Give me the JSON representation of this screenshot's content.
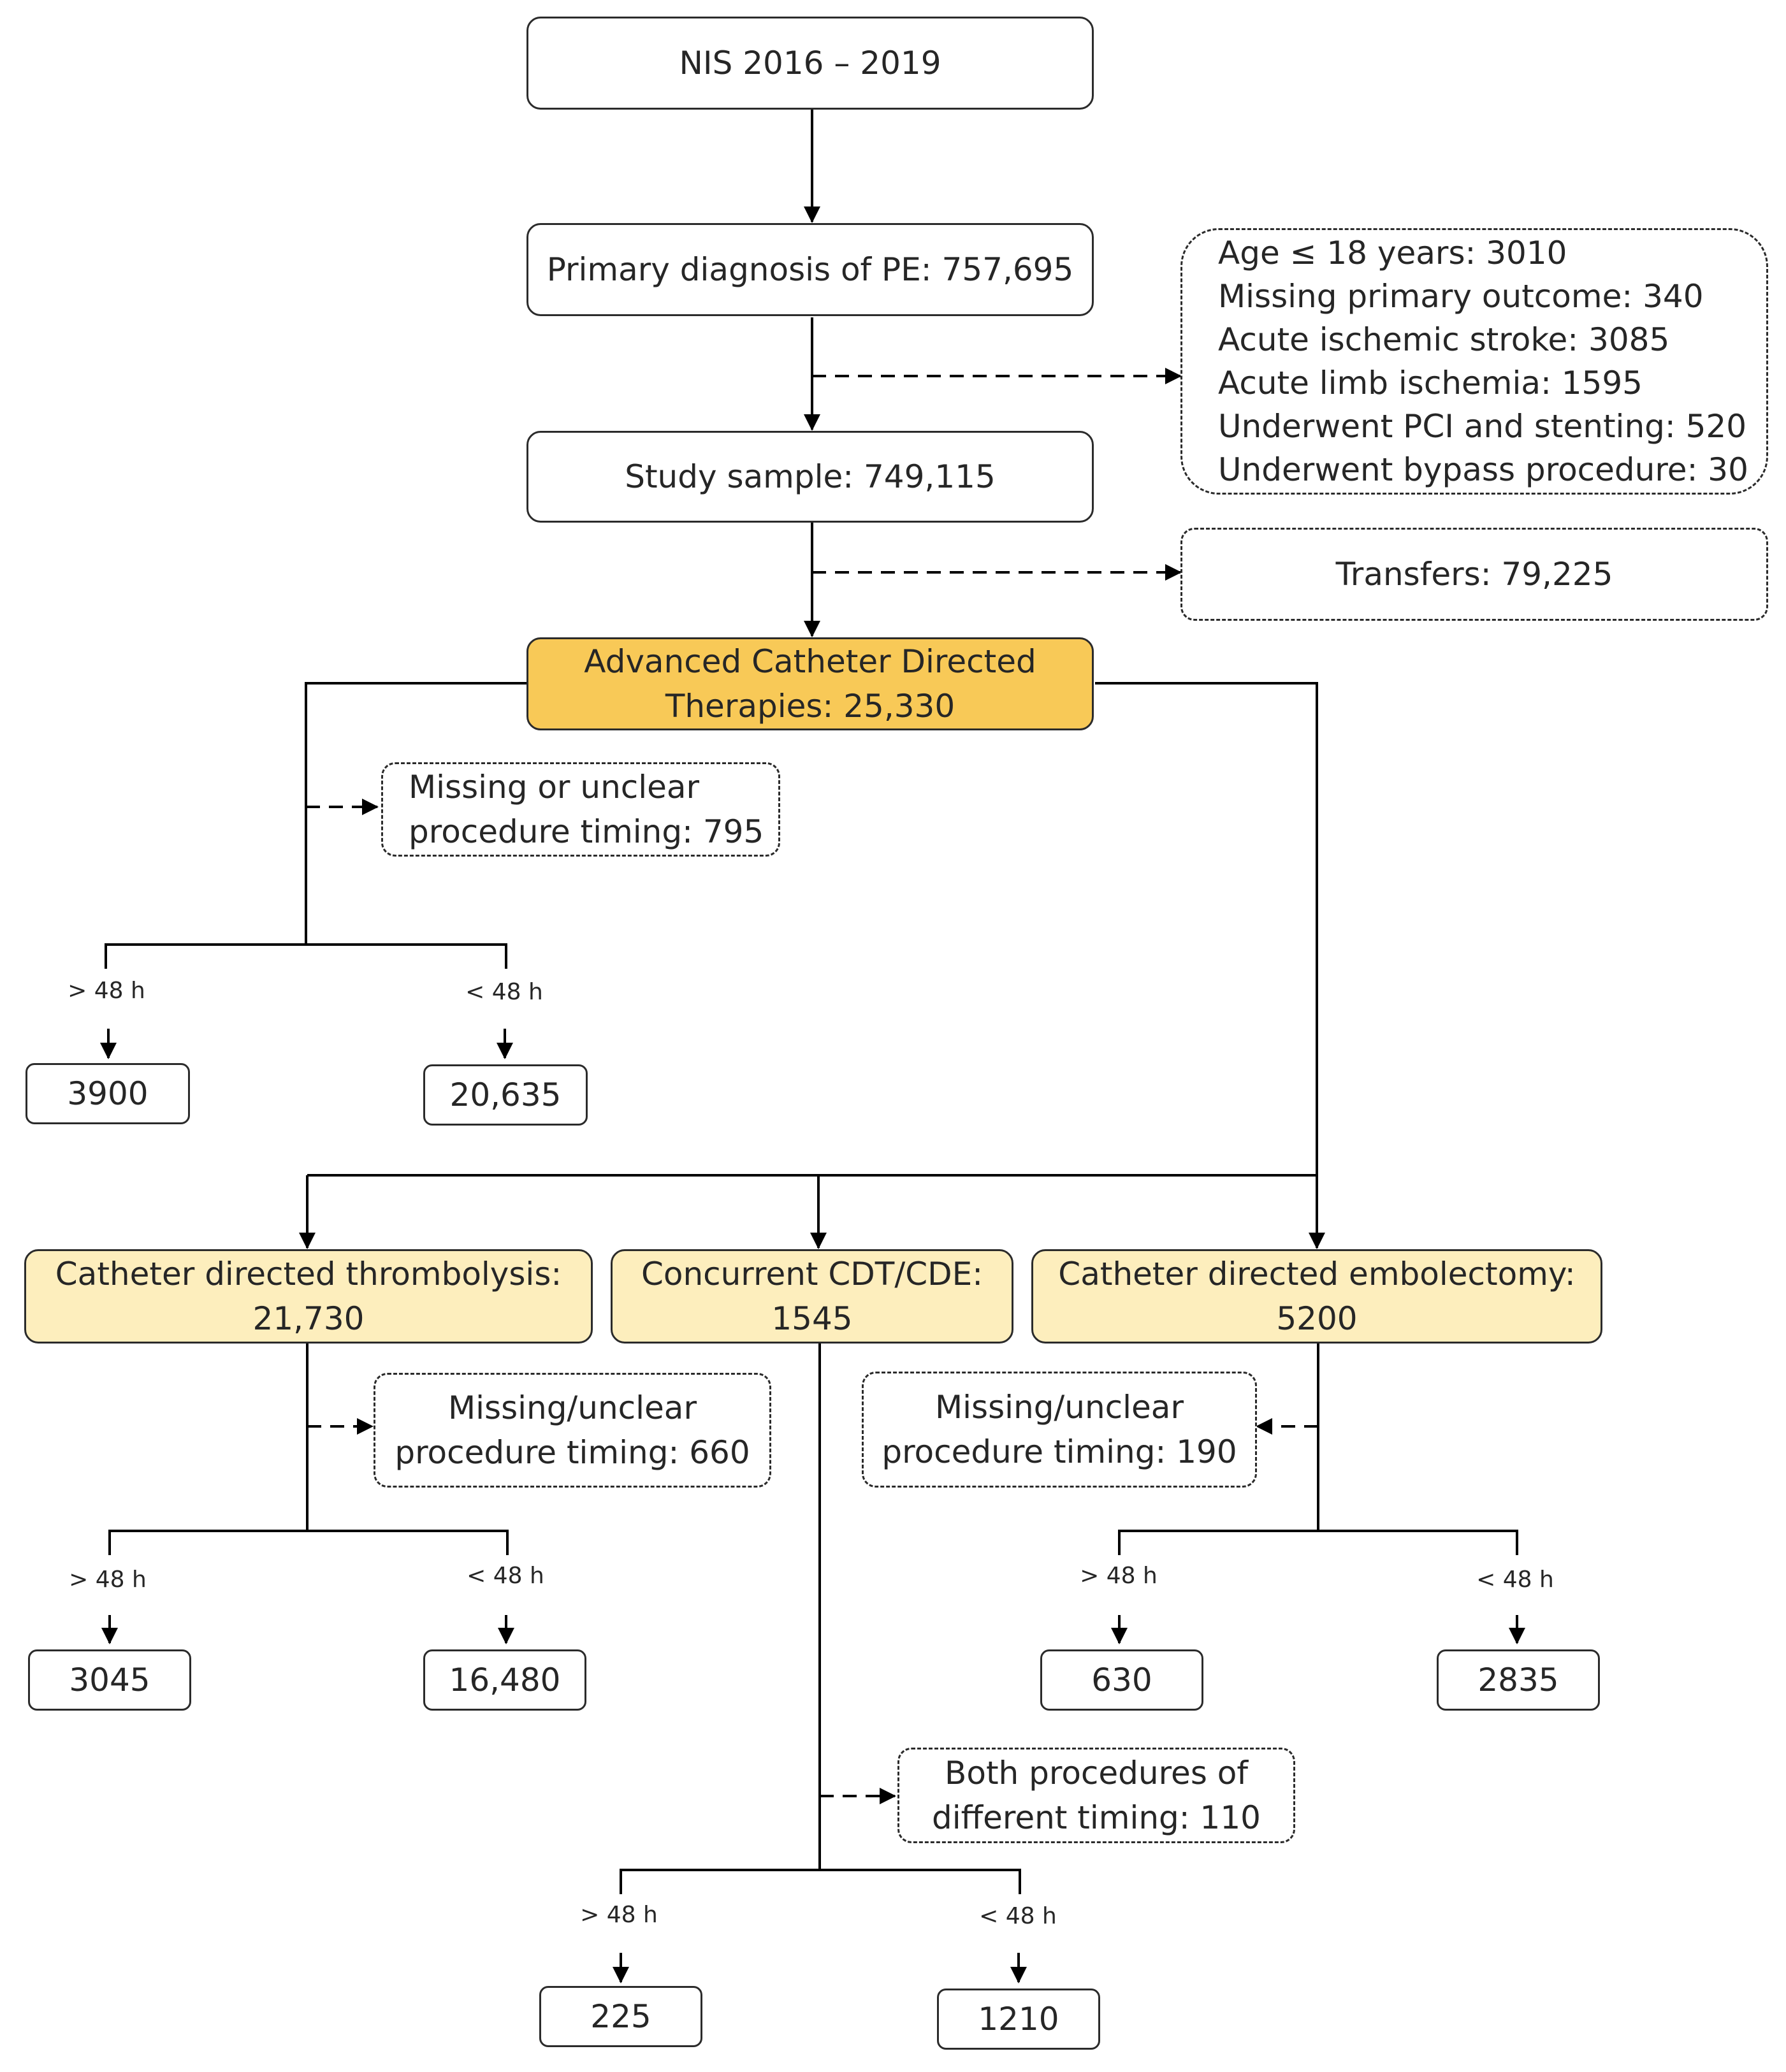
{
  "flow": {
    "nis": "NIS 2016 – 2019",
    "primary": "Primary diagnosis of PE: 757,695",
    "exclusions": [
      "Age ≤ 18 years: 3010",
      "Missing primary outcome: 340",
      "Acute ischemic stroke: 3085",
      "Acute limb ischemia: 1595",
      "Underwent PCI and stenting: 520",
      "Underwent bypass procedure: 30"
    ],
    "study": "Study sample: 749,115",
    "transfers": "Transfers: 79,225",
    "advanced": [
      "Advanced Catheter Directed",
      "Therapies: 25,330"
    ],
    "advanced_missing": [
      "Missing or unclear",
      "procedure timing: 795"
    ],
    "adv_gt_label": "> 48 h",
    "adv_lt_label": "< 48 h",
    "adv_gt": "3900",
    "adv_lt": "20,635",
    "cdt": [
      "Catheter directed thrombolysis:",
      "21,730"
    ],
    "concurrent": [
      "Concurrent CDT/CDE:",
      "1545"
    ],
    "cde": [
      "Catheter directed embolectomy:",
      "5200"
    ],
    "cdt_missing": [
      "Missing/unclear",
      "procedure timing: 660"
    ],
    "cde_missing": [
      "Missing/unclear",
      "procedure timing: 190"
    ],
    "cdt_gt_label": "> 48 h",
    "cdt_lt_label": "< 48 h",
    "cdt_gt": "3045",
    "cdt_lt": "16,480",
    "cde_gt_label": "> 48 h",
    "cde_lt_label": "< 48 h",
    "cde_gt": "630",
    "cde_lt": "2835",
    "both_diff": [
      "Both procedures of",
      "different timing: 110"
    ],
    "conc_gt_label": "> 48 h",
    "conc_lt_label": "< 48 h",
    "conc_gt": "225",
    "conc_lt": "1210"
  },
  "colors": {
    "advanced_fill": "#f8c957",
    "subgroup_fill": "#fdeebd",
    "line": "#000000"
  }
}
